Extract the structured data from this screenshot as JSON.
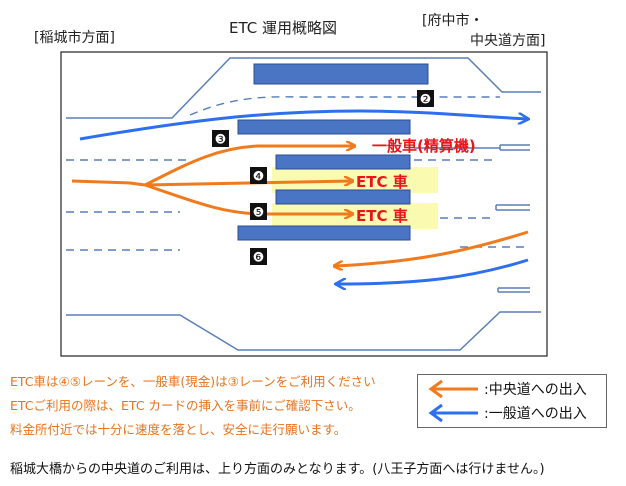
{
  "header": {
    "left_direction": "[稲城市方面]",
    "title": "ETC 運用概略図",
    "right_direction_line1": "[府中市・",
    "right_direction_line2": "中央道方面]"
  },
  "diagram": {
    "lane_markers": [
      "❷",
      "❸",
      "❹",
      "❺",
      "❻"
    ],
    "lane_labels": {
      "general": "一般車(精算機)",
      "etc1": "ETC 車",
      "etc2": "ETC 車"
    },
    "colors": {
      "booth": "#4a74c4",
      "orange": "#f07a1e",
      "blue": "#2e6ff0",
      "red_text": "#e8151b",
      "highlight": "#fafab0",
      "outline": "#5a7fb8"
    }
  },
  "notes": [
    "ETC車は④⑤レーンを、一般車(現金)は③レーンをご利用ください",
    "ETCご利用の際は、ETC カードの挿入を事前にご確認下さい。",
    "料金所付近では十分に速度を落とし、安全に走行願います。"
  ],
  "legend": {
    "orange_label": ":中央道への出入",
    "blue_label": ":一般道への出入"
  },
  "footer": "稲城大橋からの中央道のご利用は、上り方面のみとなります。(八王子方面へは行けません。)"
}
